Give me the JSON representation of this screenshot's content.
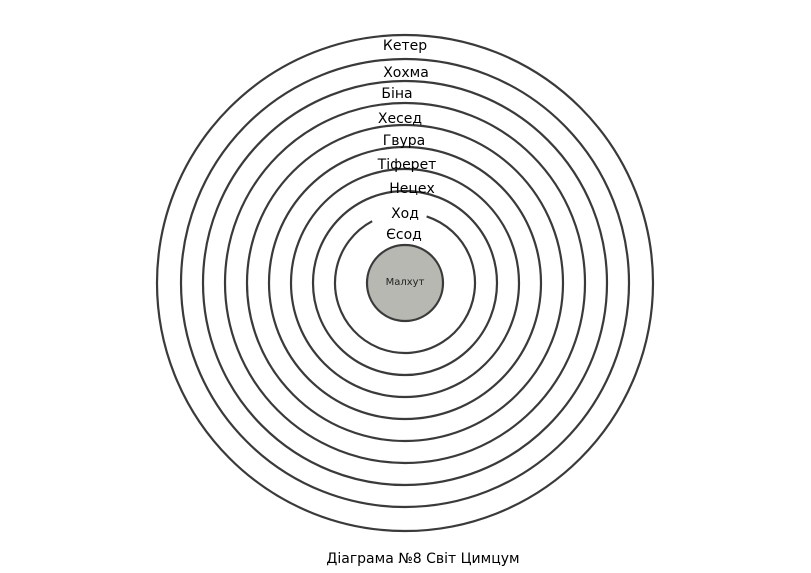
{
  "diagram": {
    "rings": [
      "Кетер",
      "Хохма",
      "Біна",
      "Хесед",
      "Гвура",
      "Тіферет",
      "Нецех",
      "Ход",
      "Єсод"
    ],
    "center": "Малхут",
    "colors": {
      "stroke": "#3a3a3a",
      "center_fill": "#b8b8b2"
    }
  },
  "caption": "Діаграма №8 Світ Цимцум"
}
